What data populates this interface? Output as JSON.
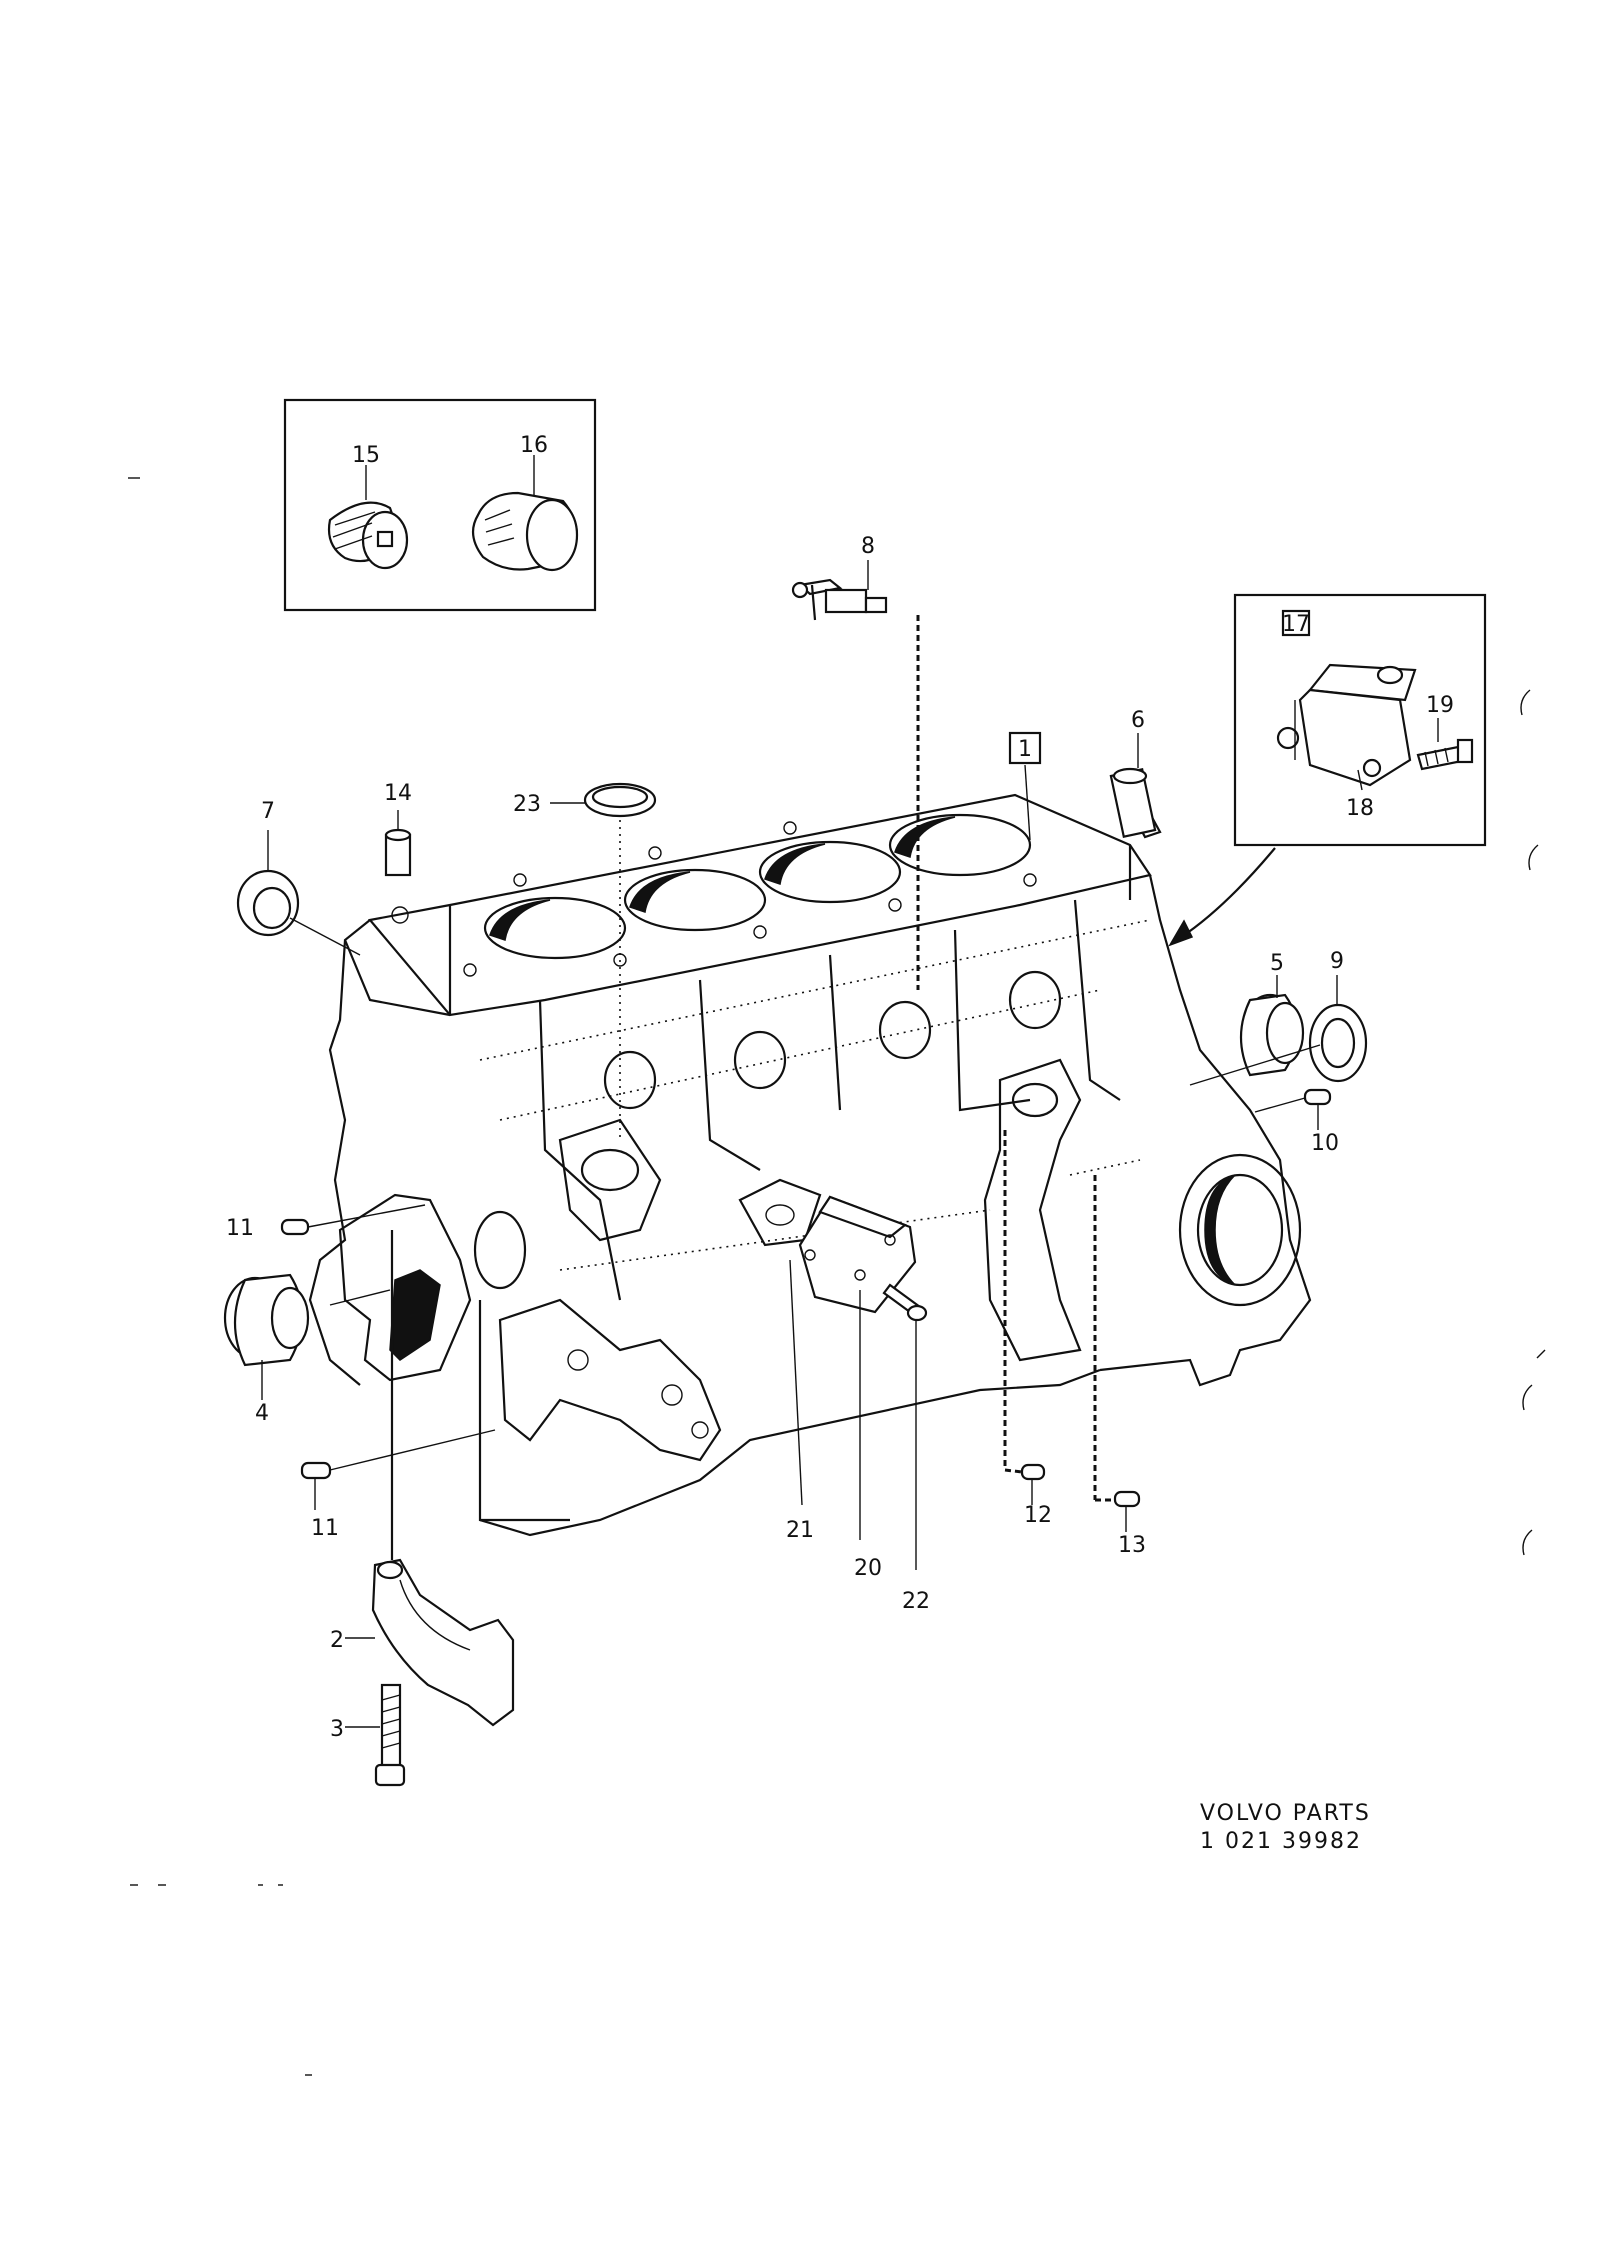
{
  "callouts": {
    "c1": "1",
    "c2": "2",
    "c3": "3",
    "c4": "4",
    "c5": "5",
    "c6": "6",
    "c7": "7",
    "c8": "8",
    "c9": "9",
    "c10": "10",
    "c11a": "11",
    "c11b": "11",
    "c12": "12",
    "c13": "13",
    "c14": "14",
    "c15": "15",
    "c16": "16",
    "c17": "17",
    "c18": "18",
    "c19": "19",
    "c20": "20",
    "c21": "21",
    "c22": "22",
    "c23": "23"
  },
  "credit": {
    "line1": "VOLVO PARTS",
    "line2": "1  021  39982"
  }
}
